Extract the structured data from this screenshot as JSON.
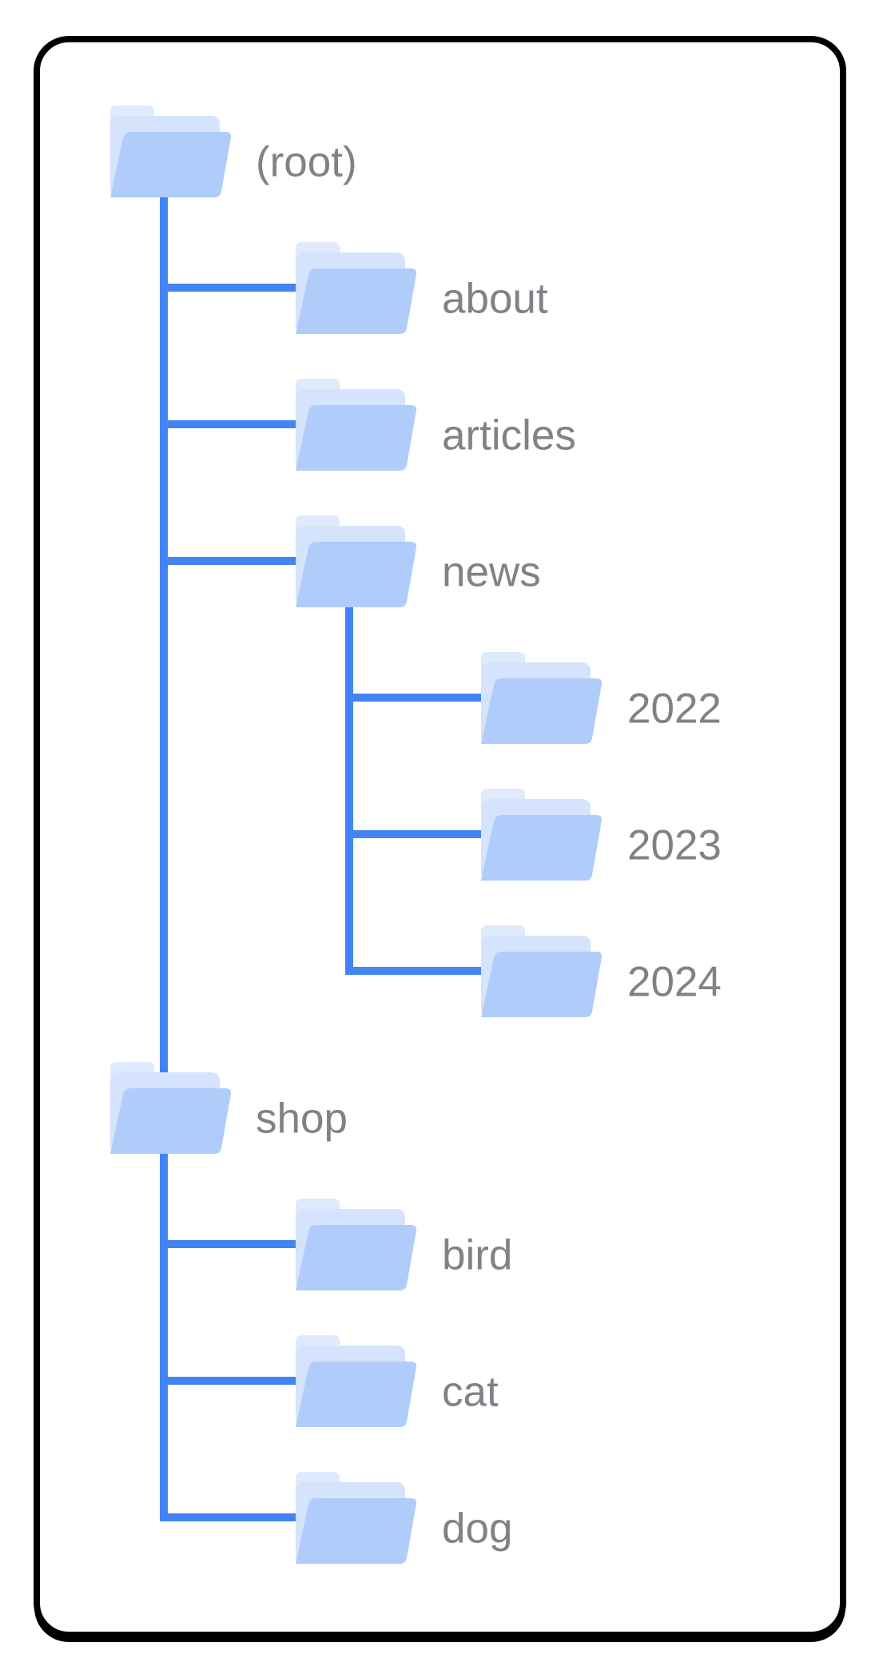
{
  "diagram": {
    "title": "site folder structure tree",
    "colors": {
      "background": "#ffffff",
      "card_border": "#000000",
      "connector_line": "#4284f4",
      "folder_front": "#b0ccfa",
      "folder_back": "#d5e3fc",
      "folder_tab": "#dfeafd",
      "label_text": "#7f8286"
    },
    "tree": {
      "nodes": [
        {
          "id": "root",
          "label": "(root)",
          "level": 0,
          "row": 0,
          "parent": null,
          "direct": false
        },
        {
          "id": "about",
          "label": "about",
          "level": 1,
          "row": 1,
          "parent": "root",
          "direct": false
        },
        {
          "id": "articles",
          "label": "articles",
          "level": 1,
          "row": 2,
          "parent": "root",
          "direct": false
        },
        {
          "id": "news",
          "label": "news",
          "level": 1,
          "row": 3,
          "parent": "root",
          "direct": false
        },
        {
          "id": "y2022",
          "label": "2022",
          "level": 2,
          "row": 4,
          "parent": "news",
          "direct": false
        },
        {
          "id": "y2023",
          "label": "2023",
          "level": 2,
          "row": 5,
          "parent": "news",
          "direct": false
        },
        {
          "id": "y2024",
          "label": "2024",
          "level": 2,
          "row": 6,
          "parent": "news",
          "direct": false
        },
        {
          "id": "shop",
          "label": "shop",
          "level": 0,
          "row": 7,
          "parent": "root",
          "direct": true
        },
        {
          "id": "bird",
          "label": "bird",
          "level": 1,
          "row": 8,
          "parent": "shop",
          "direct": false
        },
        {
          "id": "cat",
          "label": "cat",
          "level": 1,
          "row": 9,
          "parent": "shop",
          "direct": false
        },
        {
          "id": "dog",
          "label": "dog",
          "level": 1,
          "row": 10,
          "parent": "shop",
          "direct": false
        }
      ]
    }
  }
}
